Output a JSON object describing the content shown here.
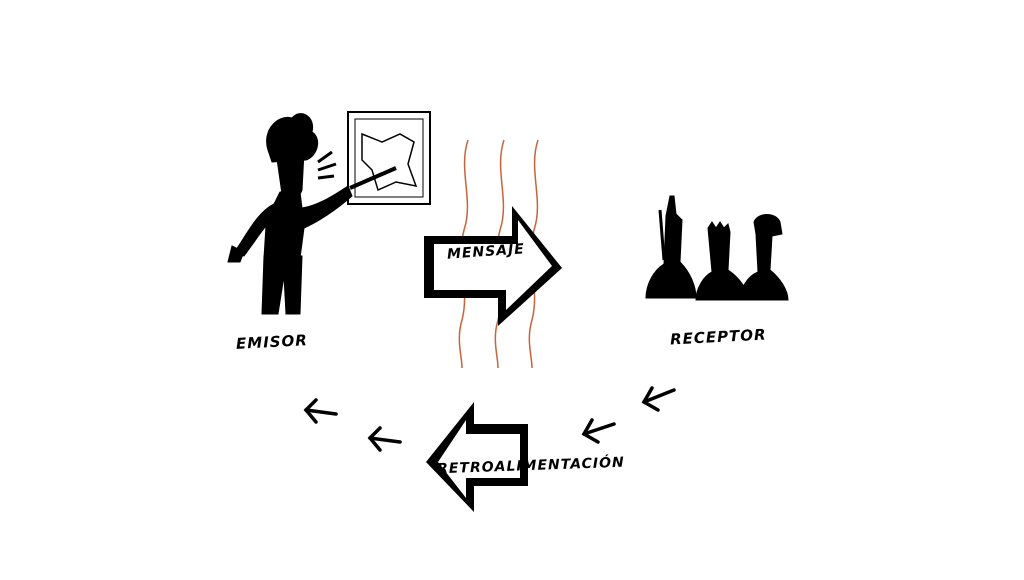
{
  "diagram": {
    "emisor_label": "EMISOR",
    "receptor_label": "RECEPTOR",
    "mensaje_label": "MENSAJE",
    "retro_label": "RETROALIMENTACIÓN"
  },
  "colors": {
    "ink": "#000000",
    "noise": "#c8643c",
    "background": "#ffffff"
  }
}
